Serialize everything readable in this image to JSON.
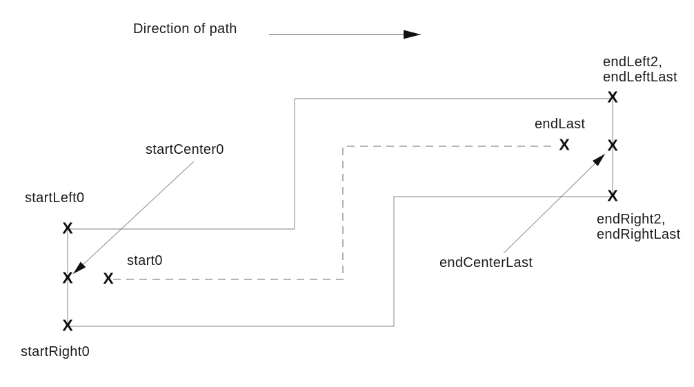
{
  "diagram": {
    "direction_label": "Direction of path",
    "point_labels": {
      "start_left": "startLeft0",
      "start_center": "startCenter0",
      "start0": "start0",
      "start_right": "startRight0",
      "end_last": "endLast",
      "end_left_line1": "endLeft2,",
      "end_left_line2": "endLeftLast",
      "end_right_line1": "endRight2,",
      "end_right_line2": "endRightLast",
      "end_center_last": "endCenterLast"
    },
    "markers": [
      {
        "point": "startLeft0",
        "glyph": "X"
      },
      {
        "point": "startCenter0",
        "glyph": "X"
      },
      {
        "point": "startRight0",
        "glyph": "X"
      },
      {
        "point": "start0",
        "glyph": "X"
      },
      {
        "point": "endLast",
        "glyph": "X"
      },
      {
        "point": "endLeft2-endLeftLast",
        "glyph": "X"
      },
      {
        "point": "endCenterLast",
        "glyph": "X"
      },
      {
        "point": "endRight2-endRightLast",
        "glyph": "X"
      }
    ],
    "colors": {
      "background": "#ffffff",
      "path_line": "#999999",
      "dashed_center_line": "#aaaaaa",
      "leader_line": "#8a8a8a",
      "arrowhead": "#111111",
      "marker": "#0d0d0d",
      "text": "#1a1a1a"
    }
  }
}
